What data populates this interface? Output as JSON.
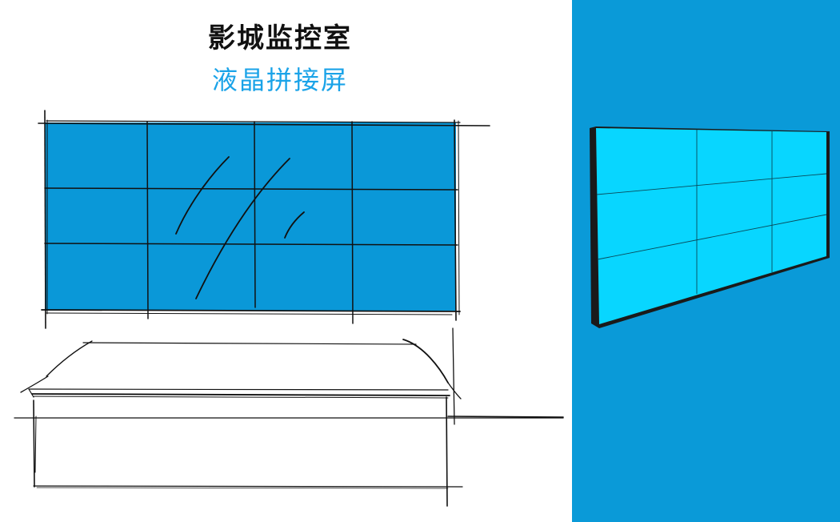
{
  "header": {
    "title": "影城监控室",
    "subtitle": "液晶拼接屏"
  },
  "sketch": {
    "grid": {
      "rows": 3,
      "cols": 4
    },
    "screen_color": "#0a98d8",
    "line_color": "#111111"
  },
  "panel": {
    "background_color": "#0a9ad8",
    "grid": {
      "rows": 3,
      "cols": 3
    },
    "screen_color": "#08d6ff",
    "frame_color": "#1a1a1a"
  }
}
